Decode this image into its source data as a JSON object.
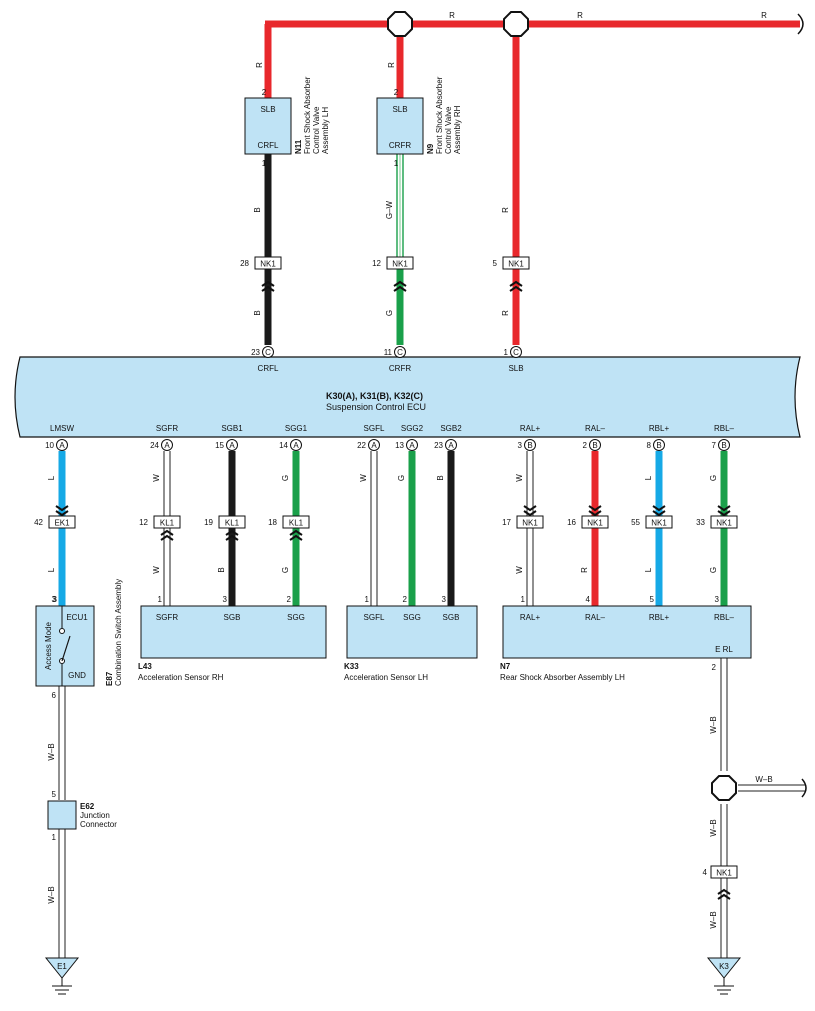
{
  "colors": {
    "ecu_fill": "#bfe3f5",
    "box_fill": "#bfe3f5",
    "R": "#e8282c",
    "B": "#1a1a1a",
    "G": "#1aa04a",
    "L": "#16a9e6",
    "W": "#ffffff",
    "W-B": "#ffffff",
    "G-W": "#ffffff"
  },
  "ecu": {
    "title": "K30(A), K31(B), K32(C)",
    "subtitle": "Suspension Control ECU",
    "top_pins": [
      {
        "num": "23",
        "conn": "C",
        "label": "CRFL"
      },
      {
        "num": "11",
        "conn": "C",
        "label": "CRFR"
      },
      {
        "num": "1",
        "conn": "C",
        "label": "SLB"
      }
    ],
    "bottom_pins": [
      {
        "num": "10",
        "conn": "A",
        "label": "LMSW"
      },
      {
        "num": "24",
        "conn": "A",
        "label": "SGFR"
      },
      {
        "num": "15",
        "conn": "A",
        "label": "SGB1"
      },
      {
        "num": "14",
        "conn": "A",
        "label": "SGG1"
      },
      {
        "num": "22",
        "conn": "A",
        "label": "SGFL"
      },
      {
        "num": "13",
        "conn": "A",
        "label": "SGG2"
      },
      {
        "num": "23",
        "conn": "A",
        "label": "SGB2"
      },
      {
        "num": "3",
        "conn": "B",
        "label": "RAL+"
      },
      {
        "num": "2",
        "conn": "B",
        "label": "RAL–"
      },
      {
        "num": "8",
        "conn": "B",
        "label": "RBL+"
      },
      {
        "num": "7",
        "conn": "B",
        "label": "RBL–"
      }
    ]
  },
  "top_wire_labels": [
    "R",
    "R",
    "R"
  ],
  "upper_components": [
    {
      "code": "N11",
      "name": [
        "Front Shock Absorber",
        "Control Valve",
        "Assembly LH"
      ],
      "pin_top": "SLB",
      "pin_bottom": "CRFL",
      "num_top": "2",
      "num_bottom": "1",
      "wire_above": "R"
    },
    {
      "code": "N9",
      "name": [
        "Front Shock Absorber",
        "Control Valve",
        "Assembly RH"
      ],
      "pin_top": "SLB",
      "pin_bottom": "CRFR",
      "num_top": "2",
      "num_bottom": "1",
      "wire_above": "R"
    }
  ],
  "upper_wires": [
    {
      "upper": "B",
      "connector": "NK1",
      "num": "28",
      "lower": "B"
    },
    {
      "upper": "G–W",
      "connector": "NK1",
      "num": "12",
      "lower": "G"
    },
    {
      "upper": "R",
      "connector": "NK1",
      "num": "5",
      "lower": "R"
    }
  ],
  "lower_wires": [
    {
      "upper": "L",
      "connector": "EK1",
      "num": "42",
      "lower": "L",
      "pin": "3"
    },
    {
      "upper": "W",
      "connector": "KL1",
      "num": "12",
      "lower": "W",
      "pin": "1"
    },
    {
      "upper": "",
      "connector": "KL1",
      "num": "19",
      "lower": "B",
      "pin": "3"
    },
    {
      "upper": "G",
      "connector": "KL1",
      "num": "18",
      "lower": "G",
      "pin": "2"
    },
    {
      "upper": "W",
      "connector": "",
      "num": "",
      "lower": "",
      "pin": "1"
    },
    {
      "upper": "G",
      "connector": "",
      "num": "",
      "lower": "",
      "pin": "2"
    },
    {
      "upper": "B",
      "connector": "",
      "num": "",
      "lower": "",
      "pin": "3"
    },
    {
      "upper": "W",
      "connector": "NK1",
      "num": "17",
      "lower": "W",
      "pin": "1"
    },
    {
      "upper": "",
      "connector": "NK1",
      "num": "16",
      "lower": "R",
      "pin": "4"
    },
    {
      "upper": "L",
      "connector": "NK1",
      "num": "55",
      "lower": "L",
      "pin": "5"
    },
    {
      "upper": "G",
      "connector": "NK1",
      "num": "33",
      "lower": "G",
      "pin": "3"
    }
  ],
  "sensors": [
    {
      "code": "L43",
      "name": "Acceleration Sensor RH",
      "pins": [
        "SGFR",
        "SGB",
        "SGG"
      ]
    },
    {
      "code": "K33",
      "name": "Acceleration Sensor LH",
      "pins": [
        "SGFL",
        "SGG",
        "SGB"
      ]
    },
    {
      "code": "N7",
      "name": "Rear Shock Absorber Assembly LH",
      "pins": [
        "RAL+",
        "RAL–",
        "RBL+",
        "RBL–"
      ],
      "extra_pin": "E RL",
      "extra_num": "2"
    }
  ],
  "switch": {
    "code": "E87",
    "name": "Combination Switch Assembly",
    "mode": "Access Mode",
    "pin_top": "ECU1",
    "pin_bottom": "GND",
    "num_top": "3",
    "num_bottom": "6"
  },
  "junction": {
    "code": "E62",
    "name": [
      "Junction",
      "Connector"
    ],
    "num_top": "5",
    "num_bottom": "1"
  },
  "ground_wires": {
    "e87_upper": "W–B",
    "e87_lower": "W–B",
    "n7_upper": "W–B",
    "n7_branch": "W–B",
    "n7_lower": "W–B",
    "n7_connector": "NK1",
    "n7_connector_num": "4",
    "n7_bottom": "W–B"
  },
  "grounds": [
    "E1",
    "K3"
  ]
}
